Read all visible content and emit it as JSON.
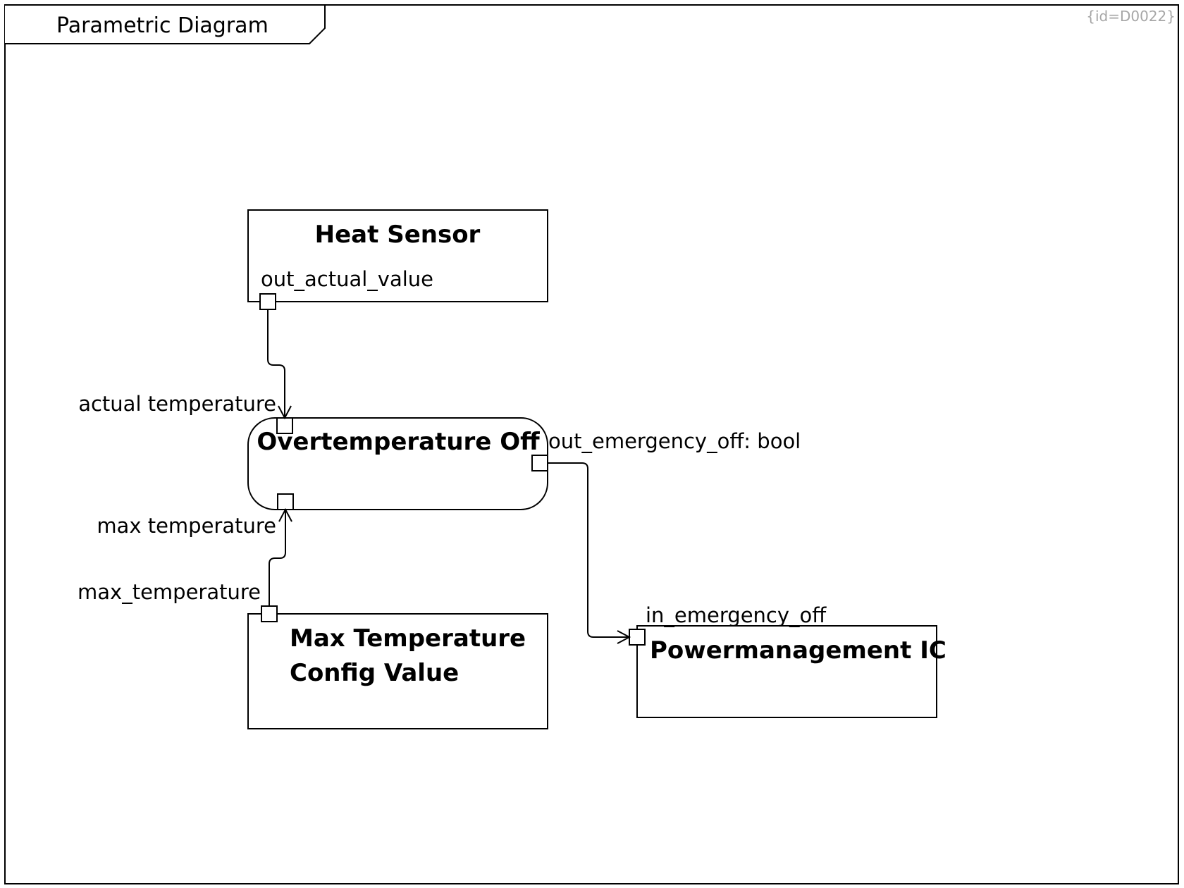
{
  "frame": {
    "title": "Parametric Diagram",
    "id_label": "{id=D0022}"
  },
  "blocks": {
    "heat_sensor": {
      "name": "Heat Sensor",
      "port_label": "out_actual_value"
    },
    "overtemp": {
      "name": "Overtemperature Off",
      "in_actual_label": "actual temperature",
      "in_max_label": "max temperature",
      "out_label": "out_emergency_off: bool"
    },
    "max_temp": {
      "name_line1": "Max Temperature",
      "name_line2": "Config Value",
      "port_label": "max_temperature"
    },
    "pmic": {
      "name": "Powermanagement IC",
      "port_label": "in_emergency_off"
    }
  }
}
